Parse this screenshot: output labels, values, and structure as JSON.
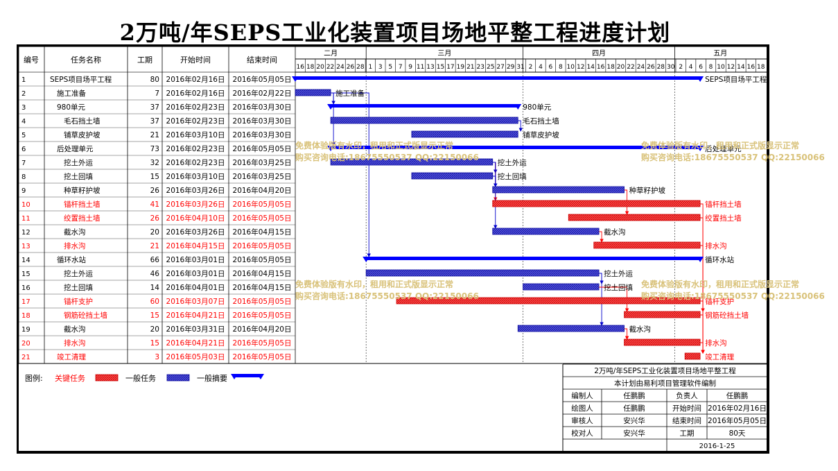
{
  "title": "2万吨/年SEPS工业化装置项目场地平整工程进度计划",
  "colors": {
    "critical": "#ff0000",
    "normal": "#0000cc",
    "summary": "#0000ff",
    "watermark": "#d9c27a"
  },
  "chart_data": {
    "type": "gantt",
    "columns": [
      "编号",
      "任务名称",
      "工期",
      "开始时间",
      "结束时间"
    ],
    "months": [
      {
        "label": "二月",
        "start": "2016-02-16"
      },
      {
        "label": "三月",
        "start": "2016-03-01"
      },
      {
        "label": "四月",
        "start": "2016-04-01"
      },
      {
        "label": "五月",
        "start": "2016-05-01"
      }
    ],
    "day_ticks": [
      "16",
      "18",
      "20",
      "22",
      "24",
      "26",
      "28",
      "1",
      "3",
      "5",
      "7",
      "9",
      "11",
      "13",
      "15",
      "17",
      "19",
      "21",
      "23",
      "25",
      "27",
      "29",
      "31",
      "2",
      "4",
      "6",
      "8",
      "10",
      "12",
      "14",
      "16",
      "18",
      "20",
      "22",
      "24",
      "26",
      "28",
      "30",
      "2",
      "4",
      "6",
      "8",
      "10",
      "12",
      "14",
      "16",
      "18"
    ],
    "timeline": {
      "start": "2016-02-16",
      "end": "2016-05-19"
    },
    "tasks": [
      {
        "id": "1",
        "name": "SEPS项目场平工程",
        "duration": "80",
        "start": "2016年02月16日",
        "end": "2016年05月05日",
        "s": "2016-02-16",
        "e": "2016-05-05",
        "kind": "summary",
        "critical": false,
        "indent": 1
      },
      {
        "id": "2",
        "name": "施工准备",
        "duration": "7",
        "start": "2016年02月16日",
        "end": "2016年02月22日",
        "s": "2016-02-16",
        "e": "2016-02-22",
        "kind": "task",
        "critical": false,
        "indent": 2
      },
      {
        "id": "3",
        "name": "980单元",
        "duration": "37",
        "start": "2016年02月23日",
        "end": "2016年03月30日",
        "s": "2016-02-23",
        "e": "2016-03-30",
        "kind": "summary",
        "critical": false,
        "indent": 2
      },
      {
        "id": "4",
        "name": "毛石挡土墙",
        "duration": "37",
        "start": "2016年02月23日",
        "end": "2016年03月30日",
        "s": "2016-02-23",
        "e": "2016-03-30",
        "kind": "task",
        "critical": false,
        "indent": 3
      },
      {
        "id": "5",
        "name": "铺草皮护坡",
        "duration": "21",
        "start": "2016年03月10日",
        "end": "2016年03月30日",
        "s": "2016-03-10",
        "e": "2016-03-30",
        "kind": "task",
        "critical": false,
        "indent": 3
      },
      {
        "id": "6",
        "name": "后处理单元",
        "duration": "73",
        "start": "2016年02月23日",
        "end": "2016年05月05日",
        "s": "2016-02-23",
        "e": "2016-05-05",
        "kind": "summary",
        "critical": false,
        "indent": 2
      },
      {
        "id": "7",
        "name": "挖土外运",
        "duration": "32",
        "start": "2016年02月23日",
        "end": "2016年03月25日",
        "s": "2016-02-23",
        "e": "2016-03-25",
        "kind": "task",
        "critical": false,
        "indent": 3
      },
      {
        "id": "8",
        "name": "挖土回填",
        "duration": "15",
        "start": "2016年03月10日",
        "end": "2016年03月25日",
        "s": "2016-03-10",
        "e": "2016-03-25",
        "kind": "task",
        "critical": false,
        "indent": 3
      },
      {
        "id": "9",
        "name": "种草籽护坡",
        "duration": "26",
        "start": "2016年03月26日",
        "end": "2016年04月20日",
        "s": "2016-03-26",
        "e": "2016-04-20",
        "kind": "task",
        "critical": false,
        "indent": 3
      },
      {
        "id": "10",
        "name": "锚杆挡土墙",
        "duration": "41",
        "start": "2016年03月26日",
        "end": "2016年05月05日",
        "s": "2016-03-26",
        "e": "2016-05-05",
        "kind": "task",
        "critical": true,
        "indent": 3
      },
      {
        "id": "11",
        "name": "绞置挡土墙",
        "duration": "26",
        "start": "2016年04月10日",
        "end": "2016年05月05日",
        "s": "2016-04-10",
        "e": "2016-05-05",
        "kind": "task",
        "critical": true,
        "indent": 3
      },
      {
        "id": "12",
        "name": "截水沟",
        "duration": "20",
        "start": "2016年03月26日",
        "end": "2016年04月15日",
        "s": "2016-03-26",
        "e": "2016-04-15",
        "kind": "task",
        "critical": false,
        "indent": 3
      },
      {
        "id": "13",
        "name": "排水沟",
        "duration": "21",
        "start": "2016年04月15日",
        "end": "2016年05月05日",
        "s": "2016-04-15",
        "e": "2016-05-05",
        "kind": "task",
        "critical": true,
        "indent": 3
      },
      {
        "id": "14",
        "name": "循环水站",
        "duration": "66",
        "start": "2016年03月01日",
        "end": "2016年05月05日",
        "s": "2016-03-01",
        "e": "2016-05-05",
        "kind": "summary",
        "critical": false,
        "indent": 2
      },
      {
        "id": "15",
        "name": "挖土外运",
        "duration": "46",
        "start": "2016年03月01日",
        "end": "2016年04月15日",
        "s": "2016-03-01",
        "e": "2016-04-15",
        "kind": "task",
        "critical": false,
        "indent": 3
      },
      {
        "id": "16",
        "name": "挖土回填",
        "duration": "14",
        "start": "2016年04月01日",
        "end": "2016年04月15日",
        "s": "2016-04-01",
        "e": "2016-04-15",
        "kind": "task",
        "critical": false,
        "indent": 3
      },
      {
        "id": "17",
        "name": "锚杆支护",
        "duration": "60",
        "start": "2016年03月07日",
        "end": "2016年05月05日",
        "s": "2016-03-07",
        "e": "2016-05-05",
        "kind": "task",
        "critical": true,
        "indent": 3
      },
      {
        "id": "18",
        "name": "钢筋砼挡土墙",
        "duration": "15",
        "start": "2016年04月21日",
        "end": "2016年05月05日",
        "s": "2016-04-21",
        "e": "2016-05-05",
        "kind": "task",
        "critical": true,
        "indent": 3
      },
      {
        "id": "19",
        "name": "截水沟",
        "duration": "20",
        "start": "2016年03月31日",
        "end": "2016年04月20日",
        "s": "2016-03-31",
        "e": "2016-04-20",
        "kind": "task",
        "critical": false,
        "indent": 3
      },
      {
        "id": "20",
        "name": "排水沟",
        "duration": "15",
        "start": "2016年04月21日",
        "end": "2016年05月05日",
        "s": "2016-04-21",
        "e": "2016-05-05",
        "kind": "task",
        "critical": true,
        "indent": 3
      },
      {
        "id": "21",
        "name": "竣工清理",
        "duration": "3",
        "start": "2016年05月03日",
        "end": "2016年05月05日",
        "s": "2016-05-03",
        "e": "2016-05-05",
        "kind": "task",
        "critical": true,
        "indent": 2
      }
    ],
    "links": [
      [
        2,
        3
      ],
      [
        2,
        6
      ],
      [
        2,
        14
      ],
      [
        4,
        5
      ],
      [
        7,
        8
      ],
      [
        7,
        9
      ],
      [
        7,
        10
      ],
      [
        7,
        12
      ],
      [
        8,
        9
      ],
      [
        9,
        11
      ],
      [
        12,
        13
      ],
      [
        15,
        16
      ],
      [
        15,
        19
      ],
      [
        16,
        18
      ],
      [
        17,
        18
      ],
      [
        19,
        20
      ],
      [
        10,
        21
      ],
      [
        11,
        21
      ],
      [
        13,
        21
      ],
      [
        18,
        21
      ],
      [
        20,
        21
      ]
    ]
  },
  "watermark": {
    "line1": "免费体验版有水印，租用和正式版显示正常",
    "line2": "购买咨询电话:18675550537 QQ:22150066"
  },
  "legend": {
    "label": "图例:",
    "critical": "关键任务",
    "normal": "一般任务",
    "summary": "一般摘要"
  },
  "info": {
    "project_title": "2万吨/年SEPS工业化装置项目场地平整工程",
    "software_note": "本计划由易利项目管理软件编制",
    "rows": [
      [
        "编制人",
        "任鹏鹏",
        "负责人",
        "任鹏鹏"
      ],
      [
        "绘图人",
        "任鹏鹏",
        "开始时间",
        "2016年02月16日"
      ],
      [
        "审核人",
        "安兴华",
        "结束时间",
        "2016年05月05日"
      ],
      [
        "校对人",
        "安兴华",
        "工期",
        "80天"
      ]
    ],
    "date": "2016-1-25"
  }
}
